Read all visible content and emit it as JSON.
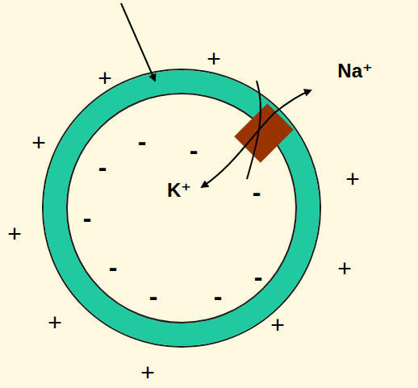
{
  "diagram": {
    "labels": [
      "+",
      "+",
      "+",
      "+",
      "+",
      "+",
      "+",
      "+",
      "+",
      "-",
      "-",
      "-",
      "-",
      "-",
      "-",
      "-",
      "-",
      "-",
      "K⁺",
      "Na⁺"
    ]
  }
}
